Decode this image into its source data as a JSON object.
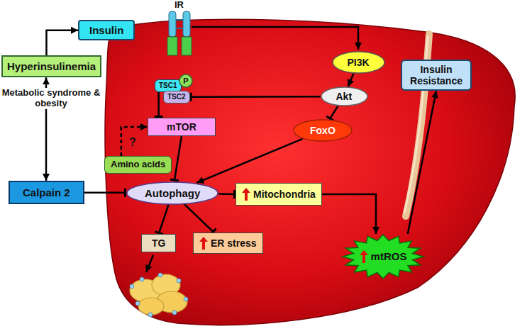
{
  "diagram": {
    "nodes": [
      {
        "text": [
          "Insulin"
        ]
      },
      {
        "text": [
          "PI3K"
        ]
      },
      {
        "text": [
          "Hyperinsulinemia"
        ]
      },
      {
        "text": [
          "TSC1"
        ]
      },
      {
        "text": [
          "P"
        ]
      },
      {
        "text": [
          "TSC2"
        ]
      },
      {
        "text": [
          "Akt"
        ]
      },
      {
        "text": [
          "mTOR"
        ]
      },
      {
        "text": [
          "Metabolic syndrome & obesity"
        ]
      },
      {
        "text": [
          "FoxO"
        ]
      },
      {
        "text": [
          "Amino acids"
        ]
      },
      {
        "text": [
          "Insulin Resistance"
        ]
      },
      {
        "text": [
          "Calpain 2"
        ]
      },
      {
        "text": [
          "Autophagy"
        ]
      },
      {
        "text": [
          "Mitochondria"
        ]
      },
      {
        "text": [
          "mtROS"
        ]
      },
      {
        "text": [
          "TG"
        ]
      },
      {
        "text": [
          "ER stress"
        ]
      }
    ],
    "edges": [
      {
        "from": 8,
        "to": 2,
        "arrow": "to"
      },
      {
        "from": 8,
        "to": 12,
        "arrow": "to"
      },
      {
        "from": 2,
        "to": 0,
        "arrow": "to"
      },
      {
        "from": 1,
        "to": 6,
        "arrow": "to"
      },
      {
        "from": 6,
        "to": 5,
        "arrow": "to"
      },
      {
        "from": 6,
        "to": 9,
        "arrow": "to"
      },
      {
        "from": 3,
        "to": 7,
        "arrow": "to"
      },
      {
        "from": 10,
        "to": 7,
        "arrow": "to"
      },
      {
        "from": 7,
        "to": 13,
        "arrow": "to"
      },
      {
        "from": 9,
        "to": 13,
        "arrow": "to"
      },
      {
        "from": 12,
        "to": 13,
        "arrow": "to"
      },
      {
        "from": 13,
        "to": 14,
        "arrow": "to"
      },
      {
        "from": 13,
        "to": 16,
        "arrow": "to"
      },
      {
        "from": 13,
        "to": 17,
        "arrow": "to"
      },
      {
        "from": 14,
        "to": 15,
        "arrow": "to"
      },
      {
        "from": 15,
        "to": 11,
        "arrow": "to"
      }
    ],
    "labels": [
      "IR",
      "?"
    ]
  }
}
